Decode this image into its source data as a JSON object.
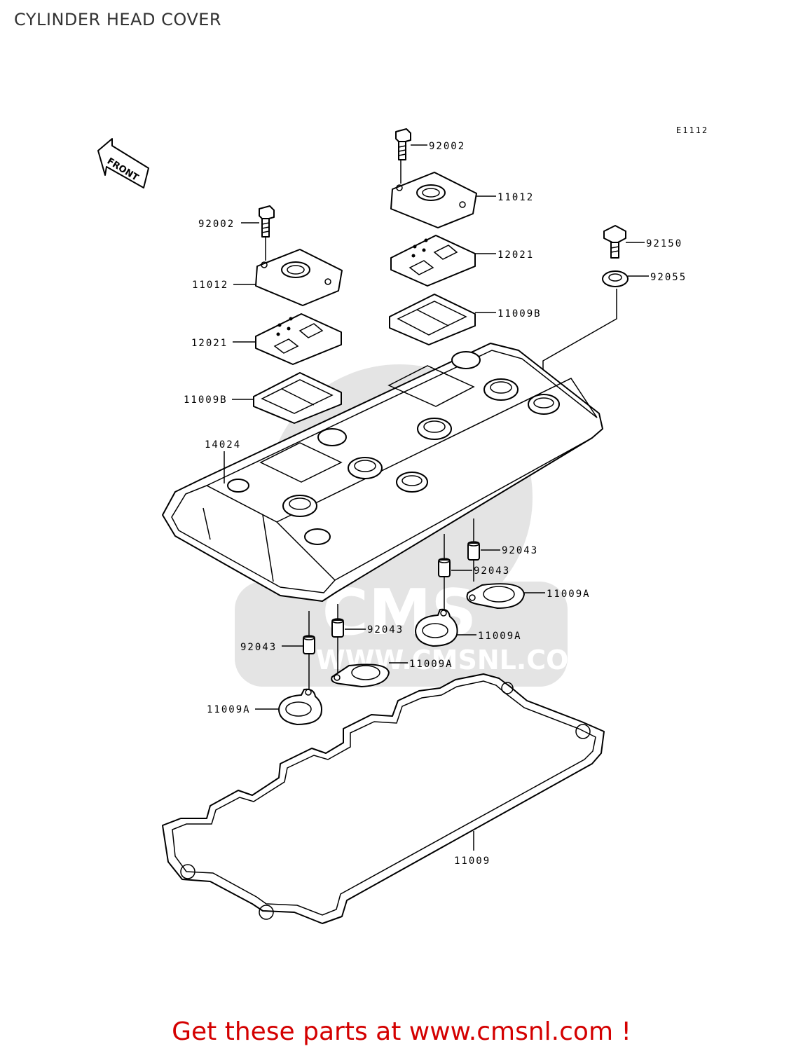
{
  "page": {
    "title": "CYLINDER HEAD COVER"
  },
  "diagram": {
    "figure_code": "E1112",
    "front_marker": "FRONT",
    "watermark": {
      "logo_text": "CMS",
      "url_text": "WWW.CMSNL.COM"
    },
    "callouts": {
      "bolt_upper_right": "92002",
      "cover_upper_right": "11012",
      "plate_upper_right": "12021",
      "gasket_upper_right": "11009B",
      "bolt_upper_left": "92002",
      "cover_upper_left": "11012",
      "plate_upper_left": "12021",
      "gasket_upper_left": "11009B",
      "bolt_right": "92150",
      "washer_right": "92055",
      "head_cover": "14024",
      "dowel_right_1": "92043",
      "dowel_right_2": "92043",
      "gasket_right_1": "11009A",
      "gasket_right_2": "11009A",
      "dowel_center": "92043",
      "gasket_center": "11009A",
      "dowel_left": "92043",
      "gasket_left": "11009A",
      "main_gasket": "11009"
    }
  },
  "footer": {
    "text": "Get these parts at www.cmsnl.com !"
  }
}
